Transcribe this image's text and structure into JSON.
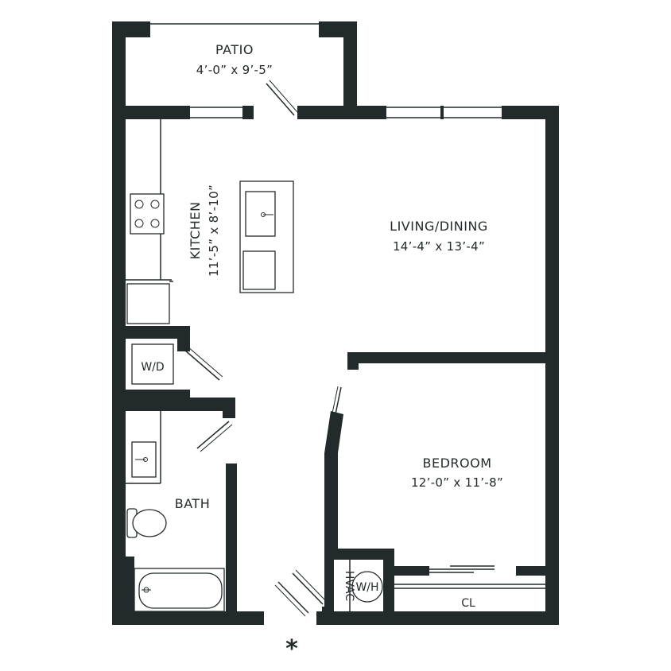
{
  "rooms": {
    "patio": {
      "name": "PATIO",
      "dims": "4’-0” x 9’-5”"
    },
    "kitchen": {
      "name": "KITCHEN",
      "dims": "11’-5” x 8’-10”"
    },
    "living": {
      "name": "LIVING/DINING",
      "dims": "14’-4” x 13’-4”"
    },
    "bedroom": {
      "name": "BEDROOM",
      "dims": "12’-0” x 11’-8”"
    },
    "bath": {
      "name": "BATH"
    }
  },
  "fixtures": {
    "washer_dryer": "W/D",
    "hvac": "HVAC",
    "water_heater": "W/H",
    "closet": "CL"
  },
  "entry_marker": "*",
  "colors": {
    "wall": "#232a2b",
    "background": "#ffffff"
  }
}
